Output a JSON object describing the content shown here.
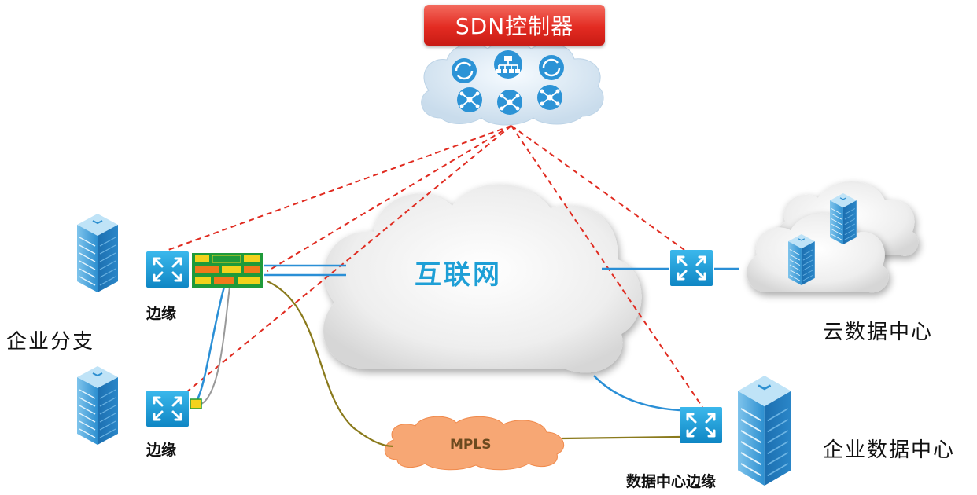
{
  "controller": {
    "label": "SDN控制器"
  },
  "internet": {
    "label": "互联网"
  },
  "mpls": {
    "label": "MPLS"
  },
  "branch": {
    "title": "企业分支",
    "edge_top_label": "边缘",
    "edge_bottom_label": "边缘"
  },
  "cloud_dc": {
    "title": "云数据中心"
  },
  "enterprise_dc": {
    "title": "企业数据中心",
    "edge_label": "数据中心边缘"
  },
  "colors": {
    "router_blue": "#1aa0dc",
    "link_blue": "#2a8fd6",
    "control_red": "#e02b20",
    "mpls_orange": "#f7a774",
    "mpls_link": "#8a7a1c",
    "firewall_green": "#1f9a3a",
    "firewall_orange": "#f07a1a",
    "firewall_yellow": "#f2d21c"
  },
  "icons": [
    "router-icon",
    "server-tower-icon",
    "firewall-icon",
    "cloud-icon",
    "sync-icon",
    "hierarchy-icon",
    "network-hub-icon"
  ]
}
